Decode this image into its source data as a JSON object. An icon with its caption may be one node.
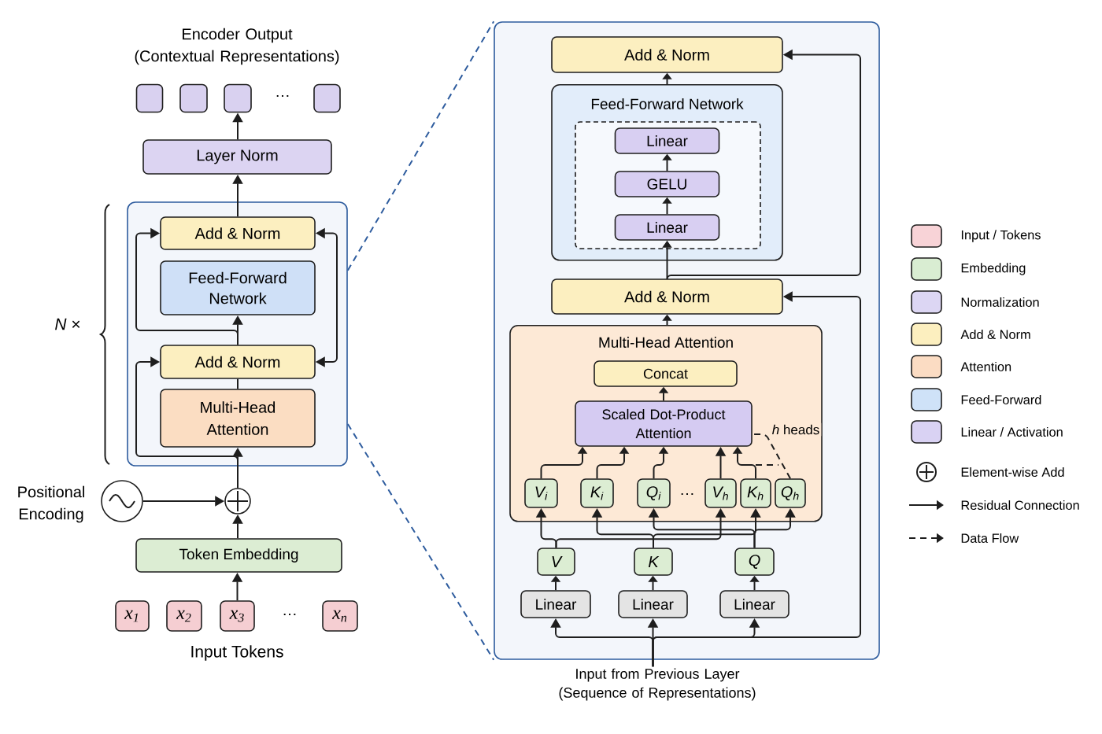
{
  "diagram": {
    "nodes": [
      {
        "text": [],
        "shape": "box"
      },
      {
        "text": [],
        "shape": "box"
      },
      {
        "text": [],
        "shape": "box"
      },
      {
        "text": [],
        "shape": "box"
      },
      {
        "text": [
          "Layer Norm"
        ]
      },
      {
        "text": [],
        "shape": "box",
        "beside": [
          "*N* ×"
        ]
      },
      {
        "text": [
          "Add & Norm"
        ],
        "in": 5
      },
      {
        "text": [
          "Feed-Forward Network"
        ],
        "in": 5
      },
      {
        "text": [
          "Add & Norm"
        ],
        "in": 5
      },
      {
        "text": [
          "Multi-Head Attention"
        ],
        "in": 5
      },
      {
        "text": [],
        "shape": "circle"
      },
      {
        "text": [],
        "shape": "circle",
        "beside": [
          "Positional Encoding"
        ]
      },
      {
        "text": [
          "Token Embedding"
        ]
      },
      {
        "text": [
          "x$_{1}$"
        ]
      },
      {
        "text": [
          "x$_{2}$"
        ]
      },
      {
        "text": [
          "x$_{3}$"
        ]
      },
      {
        "text": [
          "x$_{n}$"
        ]
      },
      {
        "text": [],
        "shape": "box"
      },
      {
        "text": [
          "Add & Norm"
        ],
        "in": 17
      },
      {
        "text": [
          "Feed-Forward Network"
        ],
        "in": 17
      },
      {
        "text": [],
        "shape": "box",
        "in": 19
      },
      {
        "text": [
          "Linear"
        ],
        "in": 20
      },
      {
        "text": [
          "GELU"
        ],
        "in": 20
      },
      {
        "text": [
          "Linear"
        ],
        "in": 20
      },
      {
        "text": [
          "Add & Norm"
        ],
        "in": 17
      },
      {
        "text": [
          "Multi-Head Attention"
        ],
        "in": 17
      },
      {
        "text": [
          "Concat"
        ],
        "in": 25
      },
      {
        "text": [
          "Scaled Dot-Product Attention"
        ],
        "in": 25
      },
      {
        "text": [
          "V$_{i}$"
        ],
        "in": 25
      },
      {
        "text": [
          "K$_{i}$"
        ],
        "in": 25
      },
      {
        "text": [
          "Q$_{i}$"
        ],
        "in": 25
      },
      {
        "text": [
          "V$_{h}$"
        ],
        "in": 25
      },
      {
        "text": [
          "K$_{h}$"
        ],
        "in": 25
      },
      {
        "text": [
          "Q$_{h}$"
        ],
        "in": 25
      },
      {
        "text": [
          "V"
        ],
        "in": 17
      },
      {
        "text": [
          "K"
        ],
        "in": 17
      },
      {
        "text": [
          "Q"
        ],
        "in": 17
      },
      {
        "text": [
          "Linear"
        ],
        "in": 17
      },
      {
        "text": [
          "Linear"
        ],
        "in": 17
      },
      {
        "text": [
          "Linear"
        ],
        "in": 17
      },
      {
        "text": [
          "Input from Previous Layer (Sequence of Representations)"
        ]
      }
    ],
    "edges": [
      {
        "from": 4,
        "to": 2,
        "arrow": "to"
      },
      {
        "from": 6,
        "to": 4,
        "arrow": "to"
      },
      {
        "from": 8,
        "to": 7,
        "arrow": "to"
      },
      {
        "from": 8,
        "to": 6,
        "arrow": "to"
      },
      {
        "from": 8,
        "to": 6,
        "arrow": "both"
      },
      {
        "from": 9,
        "to": 8,
        "arrow": "none"
      },
      {
        "from": 10,
        "to": 9,
        "arrow": "to"
      },
      {
        "from": 10,
        "to": 8,
        "arrow": "to"
      },
      {
        "from": 11,
        "to": 10,
        "arrow": "to"
      },
      {
        "from": 12,
        "to": 10,
        "arrow": "to"
      },
      {
        "from": 15,
        "to": 12,
        "arrow": "to"
      },
      {
        "from": 5,
        "to": 17,
        "arrow": "none",
        "style": "dashed",
        "color": "#2e5c9e"
      },
      {
        "from": 5,
        "to": 17,
        "arrow": "none",
        "style": "dashed",
        "color": "#2e5c9e"
      },
      {
        "from": 19,
        "to": 18,
        "arrow": "to"
      },
      {
        "from": 22,
        "to": 21,
        "arrow": "to"
      },
      {
        "from": 23,
        "to": 22,
        "arrow": "to"
      },
      {
        "from": 24,
        "to": 23,
        "arrow": "to"
      },
      {
        "from": 24,
        "to": 18,
        "arrow": "to"
      },
      {
        "from": 25,
        "to": 24,
        "arrow": "to"
      },
      {
        "from": 27,
        "to": 26,
        "arrow": "to"
      },
      {
        "from": 28,
        "to": 27,
        "arrow": "to"
      },
      {
        "from": 29,
        "to": 27,
        "arrow": "to"
      },
      {
        "from": 30,
        "to": 27,
        "arrow": "to"
      },
      {
        "from": 31,
        "to": 27,
        "arrow": "to"
      },
      {
        "from": 32,
        "to": 27,
        "arrow": "to"
      },
      {
        "from": 33,
        "to": 27,
        "arrow": "none",
        "style": "dashed",
        "label": "*h* heads"
      },
      {
        "from": 34,
        "to": 28,
        "arrow": "to"
      },
      {
        "from": 34,
        "to": 31,
        "arrow": "to"
      },
      {
        "from": 35,
        "to": 29,
        "arrow": "to"
      },
      {
        "from": 35,
        "to": 32,
        "arrow": "to"
      },
      {
        "from": 36,
        "to": 30,
        "arrow": "to"
      },
      {
        "from": 36,
        "to": 33,
        "arrow": "to"
      },
      {
        "from": 37,
        "to": 34,
        "arrow": "to"
      },
      {
        "from": 38,
        "to": 35,
        "arrow": "to"
      },
      {
        "from": 39,
        "to": 36,
        "arrow": "to"
      },
      {
        "from": 40,
        "to": 37,
        "arrow": "to"
      },
      {
        "from": 40,
        "to": 38,
        "arrow": "to"
      },
      {
        "from": 40,
        "to": 39,
        "arrow": "to"
      },
      {
        "from": 40,
        "to": 24,
        "arrow": "to"
      }
    ],
    "labels": [
      "Encoder Output (Contextual Representations)",
      "…",
      "…",
      "Input Tokens",
      "…"
    ],
    "legend": [
      {
        "text": "Input / Tokens",
        "color": "#f8d3d7"
      },
      {
        "text": "Embedding",
        "color": "#d9edd2"
      },
      {
        "text": "Normalization",
        "color": "#dcd6f3"
      },
      {
        "text": "Add & Norm",
        "color": "#fcefbf"
      },
      {
        "text": "Attention",
        "color": "#fbdcc3"
      },
      {
        "text": "Feed-Forward",
        "color": "#cfe2f8"
      },
      {
        "text": "Linear / Activation",
        "color": "#d9d2f3"
      },
      {
        "text": "Element-wise Add"
      },
      {
        "text": "Residual Connection"
      },
      {
        "text": "Data Flow"
      }
    ]
  }
}
